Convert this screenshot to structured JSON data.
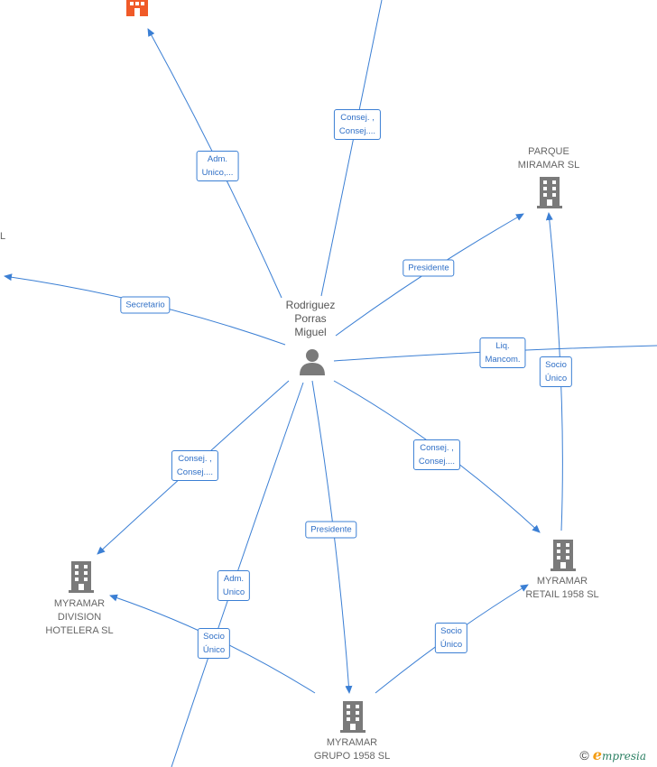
{
  "colors": {
    "edge": "#3b7fd4",
    "node": "#7a7a7a",
    "highlight_node": "#f05a28"
  },
  "person": {
    "name_lines": [
      "Rodriguez",
      "Porras",
      "Miguel"
    ],
    "icon": "person-icon"
  },
  "companies": {
    "top_orange": {
      "icon": "building-icon"
    },
    "parque": {
      "name_lines": [
        "PARQUE",
        "MIRAMAR SL"
      ],
      "icon": "building-icon"
    },
    "retail": {
      "name_lines": [
        "MYRAMAR",
        "RETAIL 1958 SL"
      ],
      "icon": "building-icon"
    },
    "grupo": {
      "name_lines": [
        "MYRAMAR",
        "GRUPO 1958  SL"
      ],
      "icon": "building-icon"
    },
    "division": {
      "name_lines": [
        "MYRAMAR",
        "DIVISION",
        "HOTELERA SL"
      ],
      "icon": "building-icon"
    },
    "left_cut": {
      "name_lines": [
        "L"
      ]
    }
  },
  "edges": {
    "adm_top": [
      "Adm.",
      "Unico,..."
    ],
    "consej_top": [
      "Consej. ,",
      "Consej...."
    ],
    "presidente_parque": [
      "Presidente"
    ],
    "secretario_left": [
      "Secretario"
    ],
    "liq_right": [
      "Liq.",
      "Mancom."
    ],
    "socio_retail_parque": [
      "Socio",
      "Único"
    ],
    "consej_retail": [
      "Consej. ,",
      "Consej...."
    ],
    "consej_division": [
      "Consej. ,",
      "Consej...."
    ],
    "presidente_grupo": [
      "Presidente"
    ],
    "adm_bottom": [
      "Adm.",
      "Unico"
    ],
    "socio_grupo_division": [
      "Socio",
      "Único"
    ],
    "socio_grupo_retail": [
      "Socio",
      "Único"
    ]
  },
  "footer": {
    "copyright_symbol": "©",
    "brand_initial": "e",
    "brand_rest": "mpresia"
  }
}
